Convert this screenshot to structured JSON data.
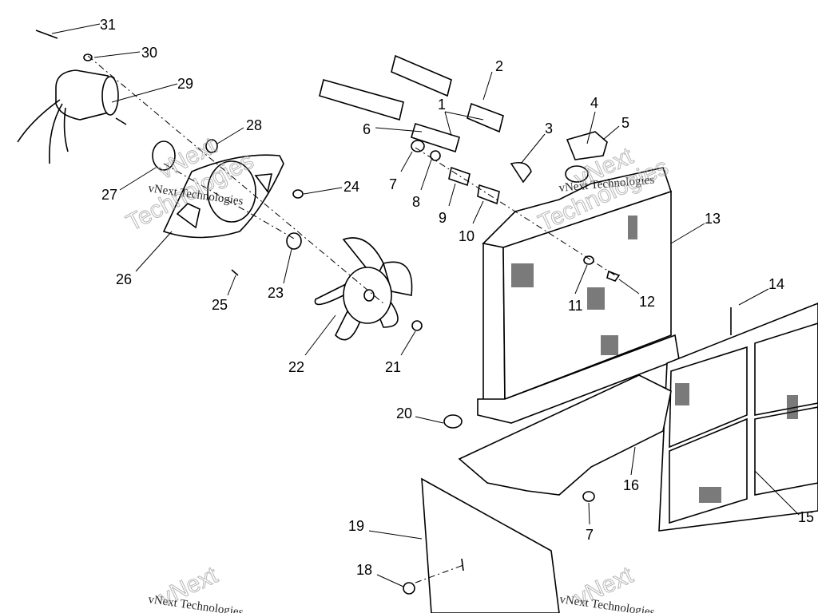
{
  "diagram": {
    "title": "Radiator and fan assembly exploded view",
    "line_color": "#000000",
    "background": "#ffffff",
    "callouts": [
      "31",
      "30",
      "29",
      "28",
      "27",
      "26",
      "25",
      "24",
      "23",
      "22",
      "21",
      "2",
      "1",
      "6",
      "3",
      "4",
      "5",
      "7",
      "8",
      "9",
      "10",
      "11",
      "12",
      "13",
      "14",
      "20",
      "16",
      "15",
      "7",
      "19",
      "18"
    ]
  },
  "watermark": {
    "line1": "vNext Technologies",
    "line2": "vNext",
    "line3": "Technologies"
  }
}
